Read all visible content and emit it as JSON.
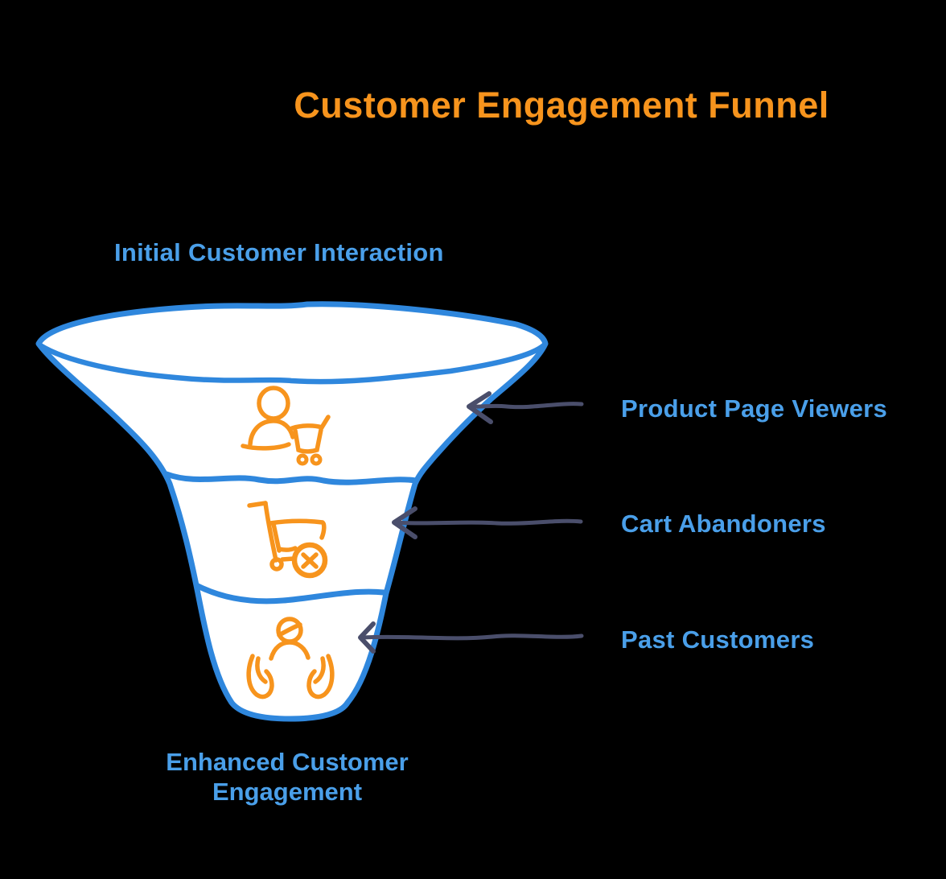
{
  "title": "Customer Engagement Funnel",
  "funnel": {
    "top_label": "Initial Customer Interaction",
    "bottom_label": "Enhanced Customer\nEngagement",
    "stages": [
      {
        "label": "Product Page Viewers",
        "icon": "person-with-cart-icon"
      },
      {
        "label": "Cart Abandoners",
        "icon": "cart-cancel-icon"
      },
      {
        "label": "Past Customers",
        "icon": "person-care-icon"
      }
    ]
  },
  "colors": {
    "background": "#000000",
    "title_orange": "#F7941D",
    "icon_orange": "#F7941D",
    "funnel_stroke_blue": "#2F87DD",
    "label_blue": "#4A9FE9",
    "funnel_fill": "#FFFFFF",
    "arrow_slate": "#4A4E6B"
  }
}
